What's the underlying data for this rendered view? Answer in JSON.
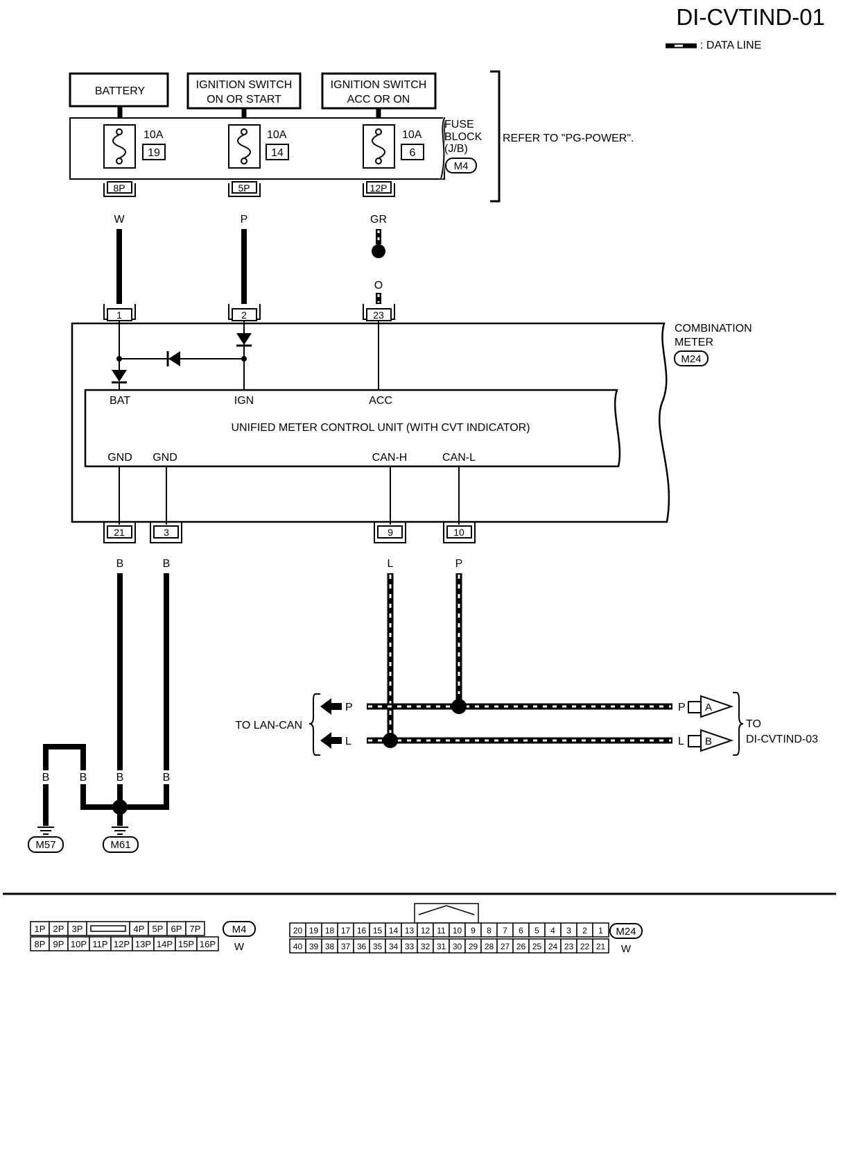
{
  "diagram_id": "DI-CVTIND-01",
  "legend": {
    "data_line_label": ": DATA LINE"
  },
  "power_sources": {
    "battery": "BATTERY",
    "ign_on_start_line1": "IGNITION SWITCH",
    "ign_on_start_line2": "ON OR START",
    "ign_acc_on_line1": "IGNITION SWITCH",
    "ign_acc_on_line2": "ACC OR ON"
  },
  "fuse_block": {
    "label_line1": "FUSE",
    "label_line2": "BLOCK",
    "label_line3": "(J/B)",
    "connector": "M4",
    "refer_text": "REFER TO \"PG-POWER\".",
    "fuses": [
      {
        "rating": "10A",
        "number": "19",
        "terminal": "8P",
        "wire": "W"
      },
      {
        "rating": "10A",
        "number": "14",
        "terminal": "5P",
        "wire": "P"
      },
      {
        "rating": "10A",
        "number": "6",
        "terminal": "12P",
        "wire_upper": "GR",
        "wire_lower": "O"
      }
    ]
  },
  "combination_meter": {
    "label_line1": "COMBINATION",
    "label_line2": "METER",
    "connector": "M24",
    "unit_label": "UNIFIED METER CONTROL UNIT (WITH CVT INDICATOR)",
    "top_terminals": [
      "1",
      "2",
      "23"
    ],
    "inputs": [
      "BAT",
      "IGN",
      "ACC"
    ],
    "outputs": [
      "GND",
      "GND",
      "CAN-H",
      "CAN-L"
    ],
    "bottom_terminals": [
      "21",
      "3",
      "9",
      "10"
    ],
    "bottom_wires": [
      "B",
      "B",
      "L",
      "P"
    ]
  },
  "can_bus": {
    "to_label": "TO LAN-CAN",
    "out_label_line1": "TO",
    "out_label_line2": "DI-CVTIND-03",
    "lines": [
      {
        "name": "P",
        "end_name": "P",
        "tag": "A"
      },
      {
        "name": "L",
        "end_name": "L",
        "tag": "B"
      }
    ]
  },
  "grounds": {
    "wire_labels": [
      "B",
      "B",
      "B",
      "B"
    ],
    "points": [
      "M57",
      "M61"
    ]
  },
  "connector_views": {
    "m4": {
      "connector": "M4",
      "color": "W",
      "row1": [
        "1P",
        "2P",
        "3P",
        "",
        "4P",
        "5P",
        "6P",
        "7P"
      ],
      "row2": [
        "8P",
        "9P",
        "10P",
        "11P",
        "12P",
        "13P",
        "14P",
        "15P",
        "16P"
      ]
    },
    "m24": {
      "connector": "M24",
      "color": "W",
      "row1": [
        "20",
        "19",
        "18",
        "17",
        "16",
        "15",
        "14",
        "13",
        "12",
        "11",
        "10",
        "9",
        "8",
        "7",
        "6",
        "5",
        "4",
        "3",
        "2",
        "1"
      ],
      "row2": [
        "40",
        "39",
        "38",
        "37",
        "36",
        "35",
        "34",
        "33",
        "32",
        "31",
        "30",
        "29",
        "28",
        "27",
        "26",
        "25",
        "24",
        "23",
        "22",
        "21"
      ]
    }
  }
}
